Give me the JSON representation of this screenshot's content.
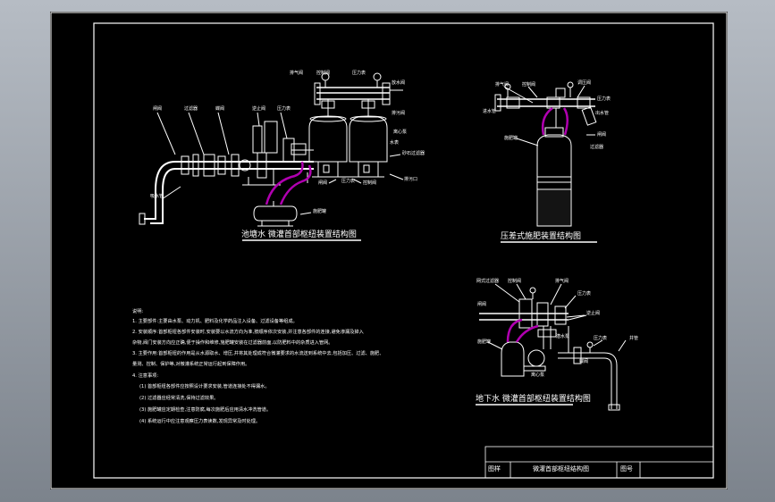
{
  "diagrams": {
    "top_left_title": "池塘水 微灌首部枢纽装置结构图",
    "top_right_title": "压差式施肥装置结构图",
    "bottom_right_title": "地下水 微灌首部枢纽装置结构图"
  },
  "labels_tl": [
    "排气阀",
    "控制阀",
    "压力表",
    "放水阀",
    "闸阀",
    "过滤器",
    "蝶阀",
    "逆止阀",
    "压力表",
    "排污阀",
    "施肥罐",
    "吸水管",
    "离心泵",
    "水表",
    "压力表",
    "砂石过滤器",
    "排污口",
    "控制阀",
    "闸阀"
  ],
  "labels_tr": [
    "排气阀",
    "控制阀",
    "调压阀",
    "进水管",
    "出水管",
    "压力表",
    "施肥罐",
    "闸阀",
    "过滤器"
  ],
  "labels_br": [
    "网式过滤器",
    "控制阀",
    "排气阀",
    "压力表",
    "逆止阀",
    "闸阀",
    "施肥罐",
    "潜水泵",
    "压力表",
    "蝶阀",
    "离心泵",
    "井管"
  ],
  "notes": {
    "heading": "说明:",
    "items": [
      "1. 主要部件:主要由水泵、动力机、肥料及化学药品注入设备、过滤设备等组成。",
      "2. 安装顺序:首部枢纽各部件安装时,安装要以水流方向为准,按顺序依次安装,并注意各部件的连接,避免渗漏及掉入",
      "   杂物,阀门安装方向应正确,便于操作和维修,施肥罐安装在过滤器前面,以防肥料中的杂质进入管网。",
      "3. 主要作用:首部枢纽的作用是从水源取水、增压,并将其处理成符合微灌要求的水流送到系统中去,包括加压、过滤、施肥、",
      "   量测、控制、保护等,对微灌系统正常运行起到保障作用。",
      "4. 注意事项:",
      "(1) 首部枢纽各部件应按照设计要求安装,管道连接处不得漏水。",
      "(2) 过滤器应经常清洗,保持过滤效果。",
      "(3) 施肥罐应定期检查,注意防腐,每次施肥后应用清水冲洗管道。",
      "(4) 系统运行中应注意观察压力表读数,发现异常及时处理。"
    ]
  },
  "title_block": {
    "sheet_label": "图样",
    "drawing_name": "微灌首部枢纽结构图",
    "number_label": "图号"
  },
  "colors": {
    "background": "#000000",
    "lines": "#ffffff",
    "hoses": "#b000b0",
    "frame_outer": "#9aa0a8"
  }
}
